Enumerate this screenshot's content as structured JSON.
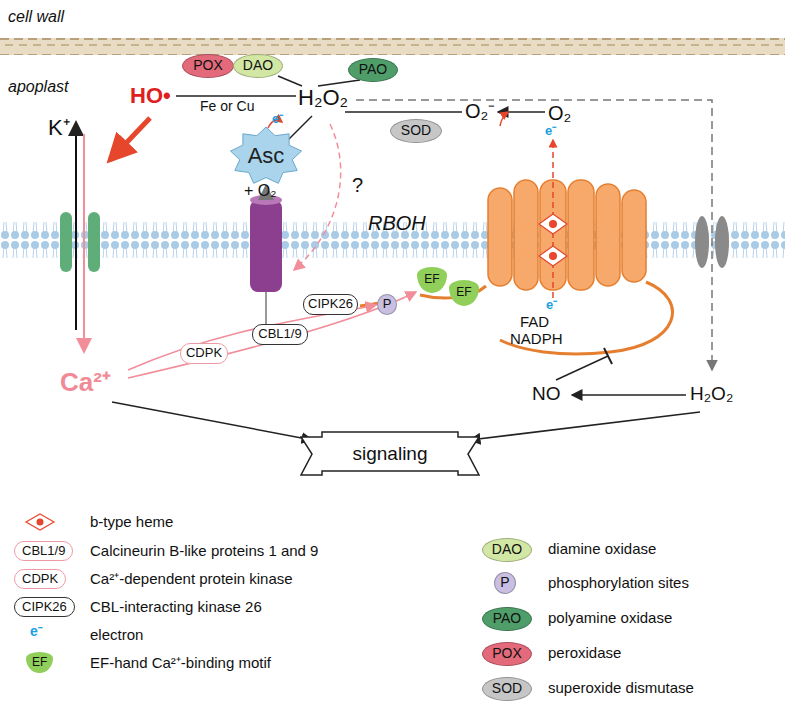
{
  "diagram": {
    "nodes": [
      {
        "text": [
          "POX"
        ]
      },
      {
        "text": [
          "DAO"
        ]
      },
      {
        "text": [
          "PAO"
        ]
      },
      {
        "text": [
          "Asc"
        ]
      },
      {
        "text": [
          "SOD"
        ]
      },
      {
        "text": [
          "CIPK26"
        ]
      },
      {
        "text": [
          "P"
        ]
      },
      {
        "text": [
          "EF"
        ]
      },
      {
        "text": [
          "EF"
        ]
      },
      {
        "text": [
          "CDPK"
        ]
      },
      {
        "text": [
          "CBL1/9"
        ]
      },
      {
        "text": [
          "signaling"
        ]
      }
    ],
    "labels": [
      "cell wall",
      "apoplast",
      "HO•",
      "Fe or Cu",
      "H₂O₂",
      "e⁻",
      "O₂⁻",
      "O₂",
      "e⁻",
      "K⁺",
      "+ O₂",
      "?",
      "RBOH",
      "e⁻",
      "FAD",
      "NADPH",
      "Ca²⁺",
      "NO",
      "H₂O₂",
      "CBL1/9",
      "CDPK",
      "CIPK26",
      "e⁻",
      "EF",
      "DAO",
      "P",
      "PAO",
      "POX",
      "SOD"
    ],
    "legend": [
      {
        "text": "b-type heme"
      },
      {
        "text": "Calcineurin B-like proteins 1 and 9"
      },
      {
        "text": "Ca²⁺-dependent protein kinase"
      },
      {
        "text": "CBL-interacting kinase 26"
      },
      {
        "text": "electron"
      },
      {
        "text": "EF-hand Ca²⁺-binding motif"
      },
      {
        "text": "diamine oxidase",
        "color": "#d3e7a4"
      },
      {
        "text": "phosphorylation sites",
        "color": "#c9bfe2"
      },
      {
        "text": "polyamine oxidase",
        "color": "#4f9e6a"
      },
      {
        "text": "peroxidase",
        "color": "#e26a7a"
      },
      {
        "text": "superoxide dismutase",
        "color": "#c6c6c6"
      }
    ]
  }
}
